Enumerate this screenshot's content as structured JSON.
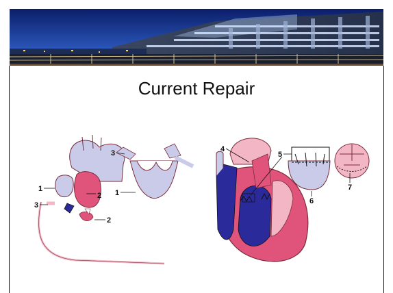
{
  "slide": {
    "title": "Current Repair"
  },
  "left_diagram": {
    "labels": {
      "l1a": "1",
      "l2a": "2",
      "l3a": "3",
      "l2b": "2",
      "l3b": "3",
      "l1b": "1"
    }
  },
  "right_diagram": {
    "labels": {
      "l4": "4",
      "l5": "5",
      "l6": "6",
      "l7": "7"
    }
  },
  "colors": {
    "aorta": "#c9cbe8",
    "pink": "#e0537a",
    "pink_light": "#f2b6c4",
    "blue": "#2b2a9b",
    "outline": "#7a2c3c"
  }
}
